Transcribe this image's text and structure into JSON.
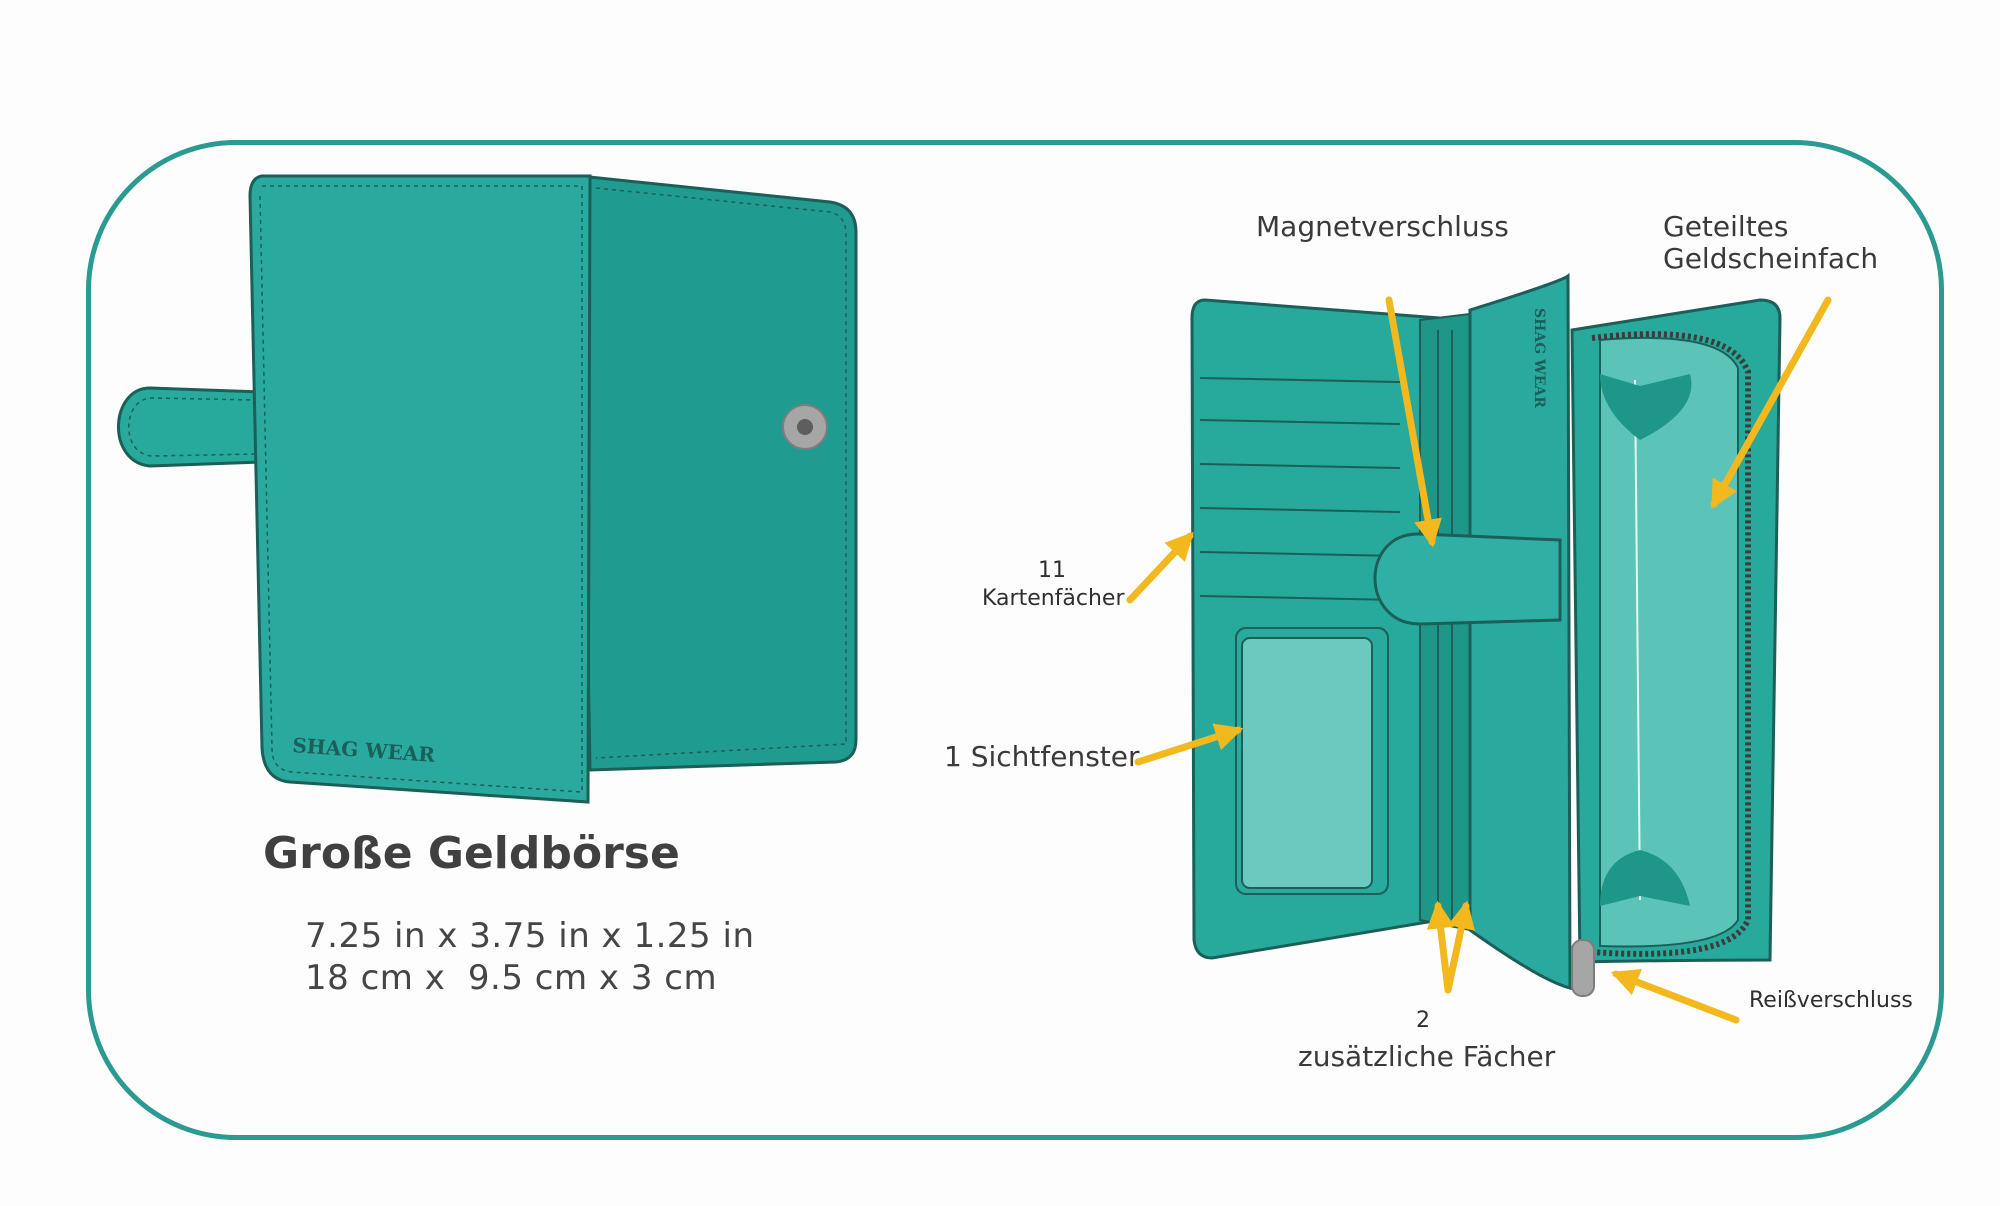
{
  "title": "Große Geldbörse",
  "dimensions": {
    "imperial": "7.25 in x 3.75 in x 1.25 in",
    "metric": "18 cm x  9.5 cm x 3 cm"
  },
  "logo_text": "SHAG WEAR",
  "labels": {
    "magnet": "Magnetverschluss",
    "split_line1": "Geteiltes",
    "split_line2": "Geldscheinfach",
    "cards_count": "11",
    "cards": "Kartenfächer",
    "window": "1 Sichtfenster",
    "extra_count": "2",
    "extra": "zusätzliche Fächer",
    "zipper": "Reißverschluss"
  },
  "colors": {
    "frame": "#2a9a92",
    "wallet": "#27a99c",
    "wallet_dark": "#1f9788",
    "window": "#6cc9bf",
    "arrow": "#f2b81e",
    "snap": "#9a9a9a"
  }
}
